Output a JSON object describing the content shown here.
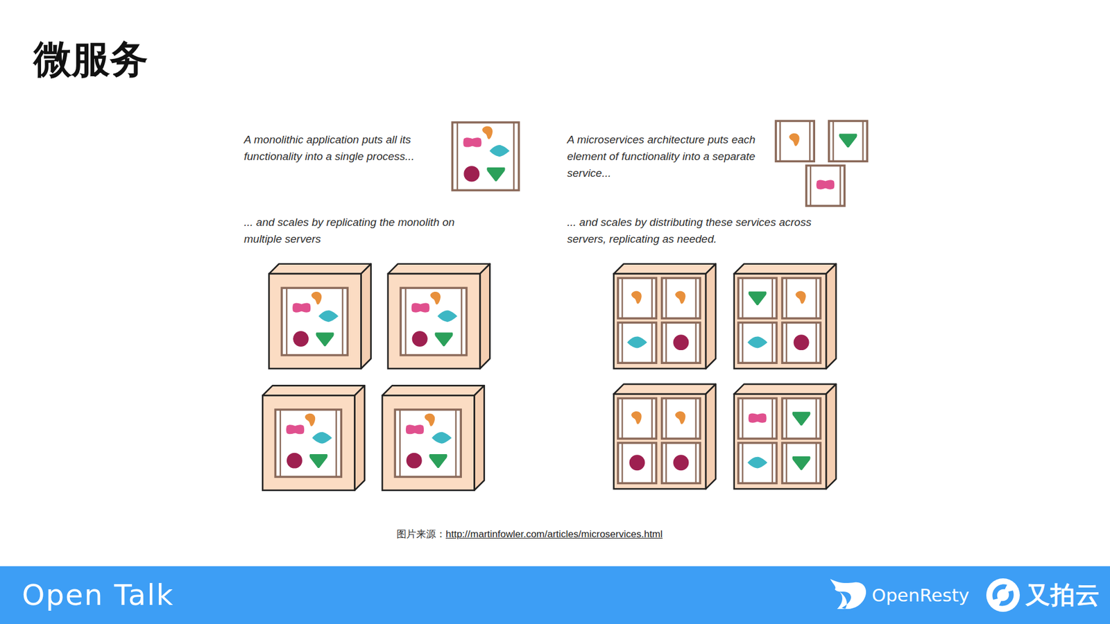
{
  "diagram": {
    "title": "微服务",
    "caption": "图片来源：",
    "nodes": [
      {
        "text": [
          "Open Talk",
          "OpenResty",
          "又拍云"
        ]
      }
    ],
    "labels": [
      "A monolithic application puts all its functionality into a single process...",
      "... and scales by replicating the monolith on multiple servers",
      "A microservices architecture puts each element of functionality into a separate service...",
      "... and scales by distributing these services across servers, replicating as needed.",
      "http://martinfowler.com/articles/microservices.html"
    ]
  }
}
